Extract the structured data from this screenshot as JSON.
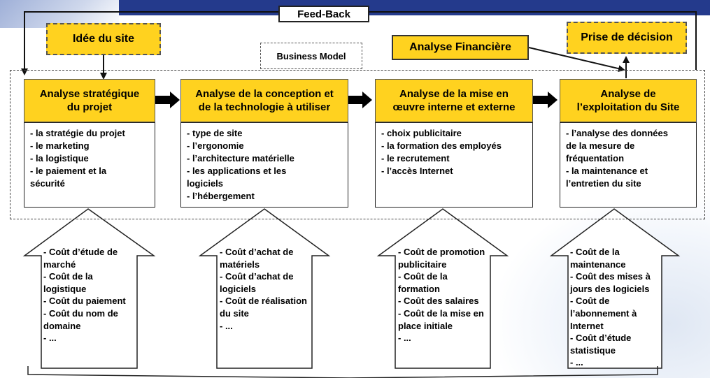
{
  "title_band": {
    "feedback_label": "Feed-Back"
  },
  "boxes": {
    "idea": "Idée du site",
    "business_model": "Business Model",
    "financial": "Analyse Financière",
    "decision": "Prise de décision"
  },
  "phases": [
    {
      "title_lines": [
        "Analyse stratégique",
        "du projet"
      ],
      "items": [
        "- la stratégie du projet",
        "- le marketing",
        "- la logistique",
        "- le paiement et la",
        "sécurité"
      ]
    },
    {
      "title_lines": [
        "Analyse de la conception et",
        "de la technologie à utiliser"
      ],
      "items": [
        "- type de site",
        "- l’ergonomie",
        "- l’architecture matérielle",
        "- les applications et les",
        "logiciels",
        "- l’hébergement"
      ]
    },
    {
      "title_lines": [
        "Analyse de la mise en",
        "œuvre interne et externe"
      ],
      "items": [
        "- choix publicitaire",
        "- la formation des employés",
        "- le recrutement",
        "- l’accès Internet"
      ]
    },
    {
      "title_lines": [
        "Analyse de",
        "l’exploitation du Site"
      ],
      "items": [
        "- l’analyse des données",
        "de la mesure de",
        "fréquentation",
        "- la maintenance et",
        "l’entretien du site"
      ]
    }
  ],
  "costs": [
    [
      "- Coût d’étude de",
      "marché",
      "- Coût de la",
      "logistique",
      "- Coût du paiement",
      "- Coût du nom de",
      "domaine",
      "- ..."
    ],
    [
      "- Coût d’achat de",
      "matériels",
      "- Coût d’achat de",
      "logiciels",
      "- Coût de réalisation",
      "du site",
      "- ..."
    ],
    [
      "- Coût de promotion",
      "publicitaire",
      "- Coût de la",
      "formation",
      "- Coût des salaires",
      "- Coût de la mise en",
      "place initiale",
      "- ..."
    ],
    [
      "- Coût de la",
      "maintenance",
      "- Coût des mises à",
      "jours des logiciels",
      "- Coût de",
      "l’abonnement à",
      "Internet",
      "- Coût d’étude",
      "statistique",
      "- ..."
    ]
  ],
  "colors": {
    "accent_yellow": "#ffd21f",
    "header_band": "#243a8c"
  }
}
